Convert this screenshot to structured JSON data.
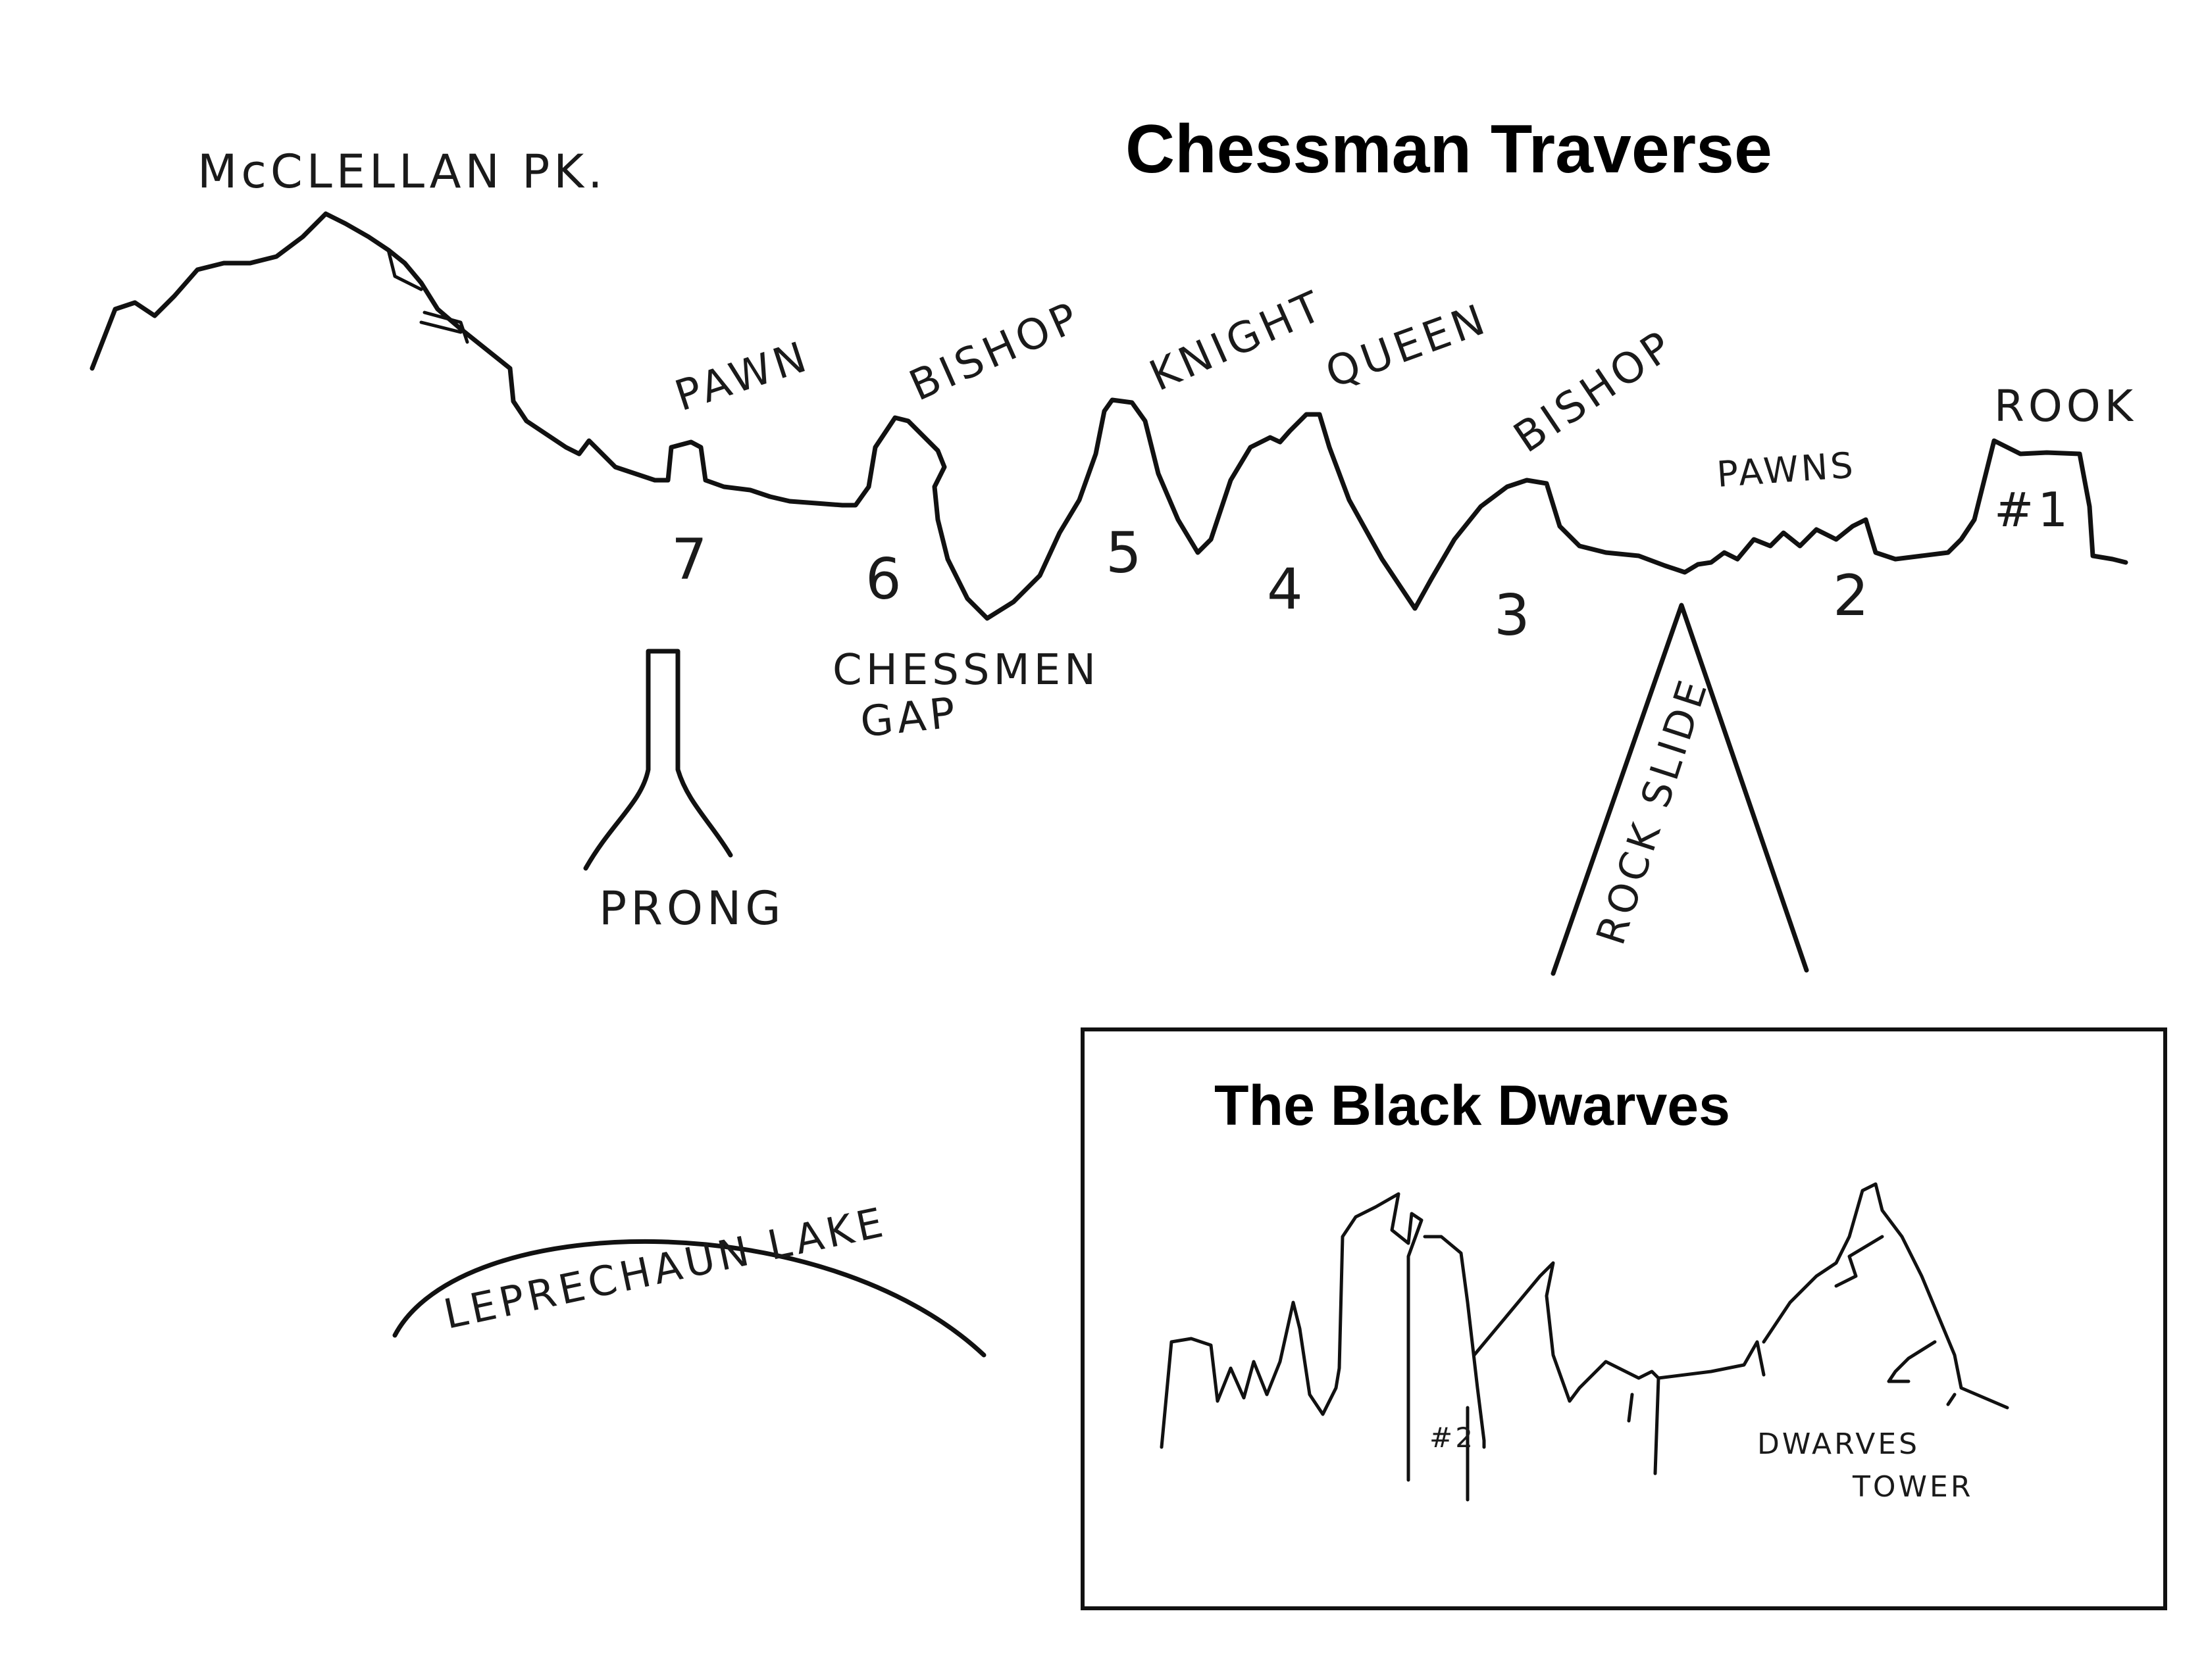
{
  "title": "Chessman Traverse",
  "labels": {
    "mcclellan": "McCLELLAN PK.",
    "pawn": "PAWN",
    "bishop_left": "BISHOP",
    "knight": "KNIGHT",
    "queen": "QUEEN",
    "bishop_right": "BISHOP",
    "pawns": "PAWNS",
    "rook": "ROOK",
    "rook_number": "#1",
    "chessmen_gap_1": "CHESSMEN",
    "chessmen_gap_2": "GAP",
    "prong": "PRONG",
    "rock_slide": "ROCK SLIDE",
    "leprechaun_lake": "LEPRECHAUN  LAKE"
  },
  "numbers": [
    "7",
    "6",
    "5",
    "4",
    "3",
    "2"
  ],
  "inset": {
    "title": "The Black Dwarves",
    "label_two": "#2",
    "label_tower_1": "DWARVES",
    "label_tower_2": "TOWER"
  }
}
